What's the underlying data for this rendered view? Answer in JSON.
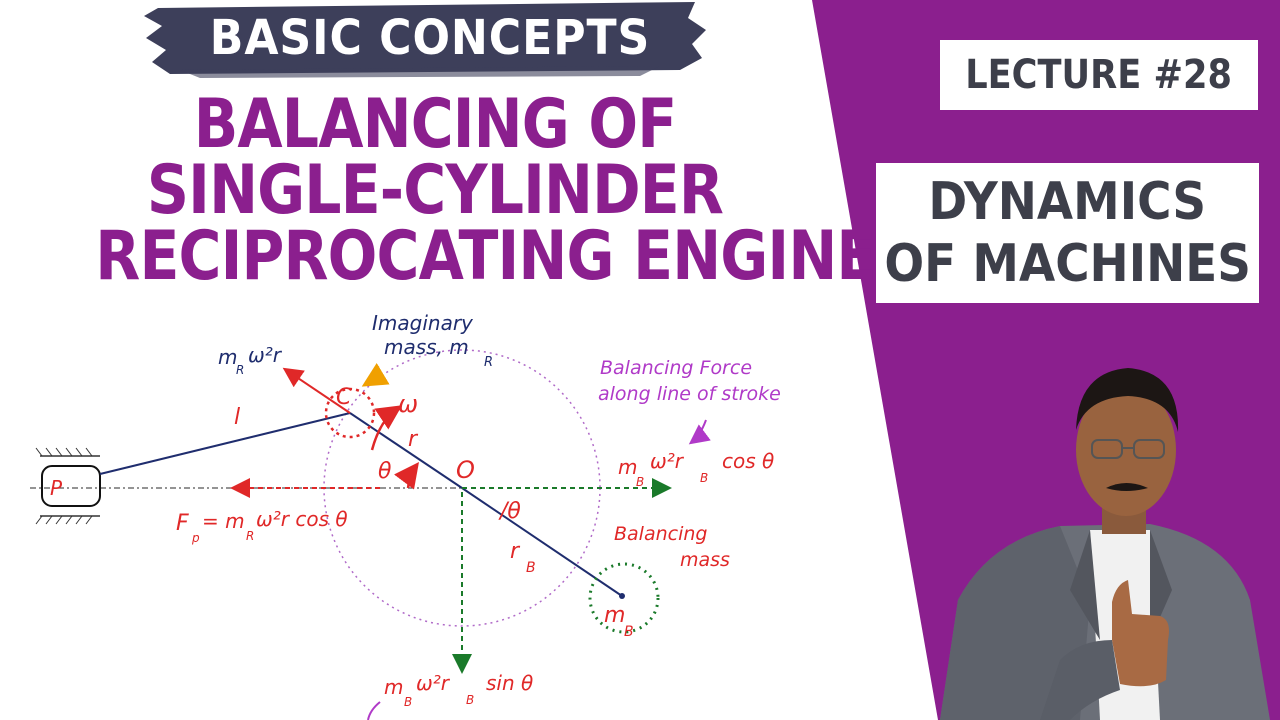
{
  "banner": {
    "text": "BASIC CONCEPTS"
  },
  "title": {
    "line1": "BALANCING OF",
    "line2": "SINGLE-CYLINDER",
    "line3": "RECIPROCATING ENGINE"
  },
  "lecture": {
    "label": "LECTURE #28"
  },
  "subject": {
    "line1": "DYNAMICS",
    "line2": "OF MACHINES"
  },
  "diagram": {
    "piston_label": "P",
    "crank_label": "C",
    "center_label": "O",
    "conrod_length_label": "l",
    "crank_radius_label": "r",
    "omega_label": "ω",
    "theta_label": "θ",
    "theta2_label": "/θ",
    "rb_label": "r",
    "rb_sub": "B",
    "mb_label": "m",
    "mb_sub": "B",
    "imaginary_mass_line1": "Imaginary",
    "imaginary_mass_line2": "mass, m",
    "imaginary_mass_sub": "R",
    "mr_force_label": "m",
    "mr_force_sub": "R",
    "mr_force_tail": "ω²r",
    "balancing_force_line1": "Balancing Force",
    "balancing_force_line2": "along line of stroke",
    "balancing_force_expr": "ω²r",
    "balancing_force_expr_sub": "B",
    "balancing_force_cos": "cos θ",
    "fp_label": "F",
    "fp_sub": "p",
    "fp_expr": "= m",
    "fp_expr_sub": "R",
    "fp_tail": "ω²r cos θ",
    "balancing_mass_line1": "Balancing",
    "balancing_mass_line2": "mass",
    "vertical_force_expr": "ω²r",
    "vertical_force_sub": "B",
    "vertical_force_sin": "sin θ"
  },
  "colors": {
    "purple": "#8b1f8e",
    "dark_gray": "#3d3f4a",
    "red": "#e02828",
    "green": "#1a7a2a",
    "navy": "#1f2d6e",
    "magenta": "#b03ac8"
  }
}
